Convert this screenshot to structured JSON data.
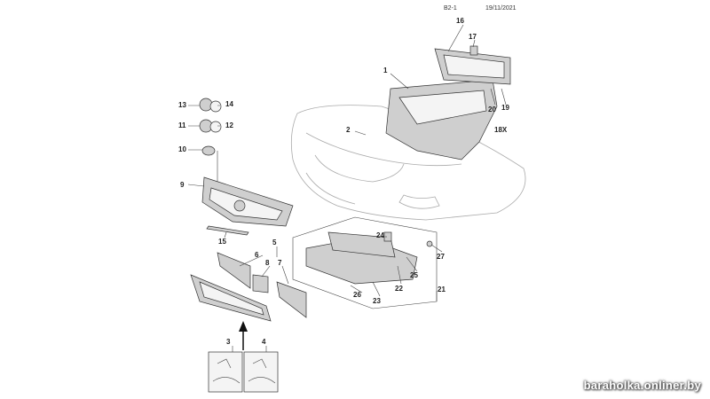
{
  "header": {
    "page_code": "B2-1",
    "date": "19/11/2021"
  },
  "watermark": "baraholka.onliner.by",
  "callouts": [
    "16",
    "17",
    "1",
    "2",
    "20",
    "19",
    "18X",
    "13",
    "14",
    "11",
    "12",
    "10",
    "9",
    "15",
    "5",
    "6",
    "8",
    "7",
    "24",
    "27",
    "25",
    "22",
    "21",
    "26",
    "23",
    "3",
    "4"
  ]
}
